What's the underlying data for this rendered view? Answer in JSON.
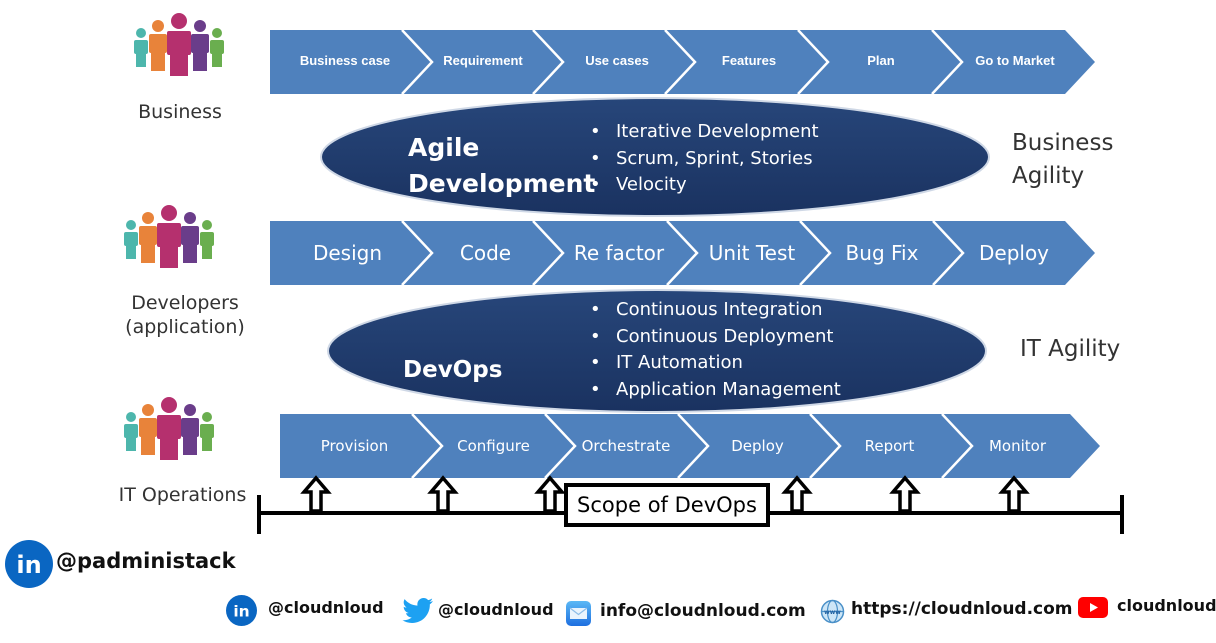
{
  "colors": {
    "chevron_fill": "#4F81BD",
    "ellipse_fill": "#1F3864",
    "text_dark": "#333333",
    "linkedin_blue": "#0A66C2",
    "twitter_blue": "#1DA1F2",
    "youtube_red": "#FF0000",
    "people": [
      "#4DB6AC",
      "#E8833A",
      "#B5306E",
      "#6A3D8A",
      "#6AAE4F"
    ]
  },
  "rows": {
    "business": {
      "label": "Business",
      "stages": [
        "Business case",
        "Requirement",
        "Use cases",
        "Features",
        "Plan",
        "Go to Market"
      ]
    },
    "developers": {
      "label_line1": "Developers",
      "label_line2": "(application)",
      "stages": [
        "Design",
        "Code",
        "Re factor",
        "Unit Test",
        "Bug Fix",
        "Deploy"
      ]
    },
    "it_operations": {
      "label": "IT Operations",
      "stages": [
        "Provision",
        "Configure",
        "Orchestrate",
        "Deploy",
        "Report",
        "Monitor"
      ]
    }
  },
  "agile": {
    "title_line1": "Agile",
    "title_line2": "Development",
    "bullets": [
      "Iterative Development",
      "Scrum, Sprint, Stories",
      "Velocity"
    ],
    "side_label_line1": "Business",
    "side_label_line2": "Agility"
  },
  "devops": {
    "title": "DevOps",
    "bullets": [
      "Continuous Integration",
      "Continuous Deployment",
      "IT Automation",
      "Application Management"
    ],
    "side_label": "IT Agility"
  },
  "scope": {
    "label": "Scope of DevOps"
  },
  "footer": {
    "author_handle": "@padministack",
    "linkedin": "@cloudnloud",
    "twitter": "@cloudnloud",
    "email": "info@cloudnloud.com",
    "website": "https://cloudnloud.com",
    "youtube": "cloudnloud"
  }
}
